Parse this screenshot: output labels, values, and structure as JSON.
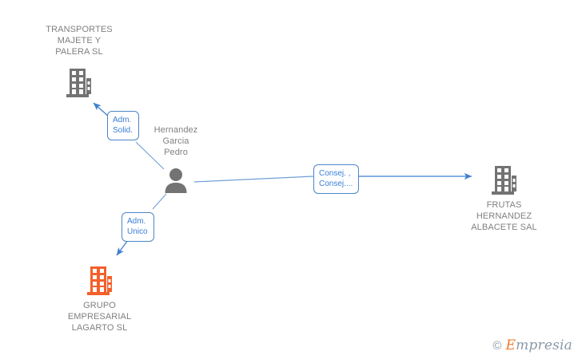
{
  "diagram": {
    "type": "relationship-graph",
    "background": "#ffffff",
    "colors": {
      "node_text": "#808080",
      "edge": "#4a86c8",
      "chip_border": "#4a86c8",
      "chip_text": "#3b7dd8",
      "company_gray": "#737373",
      "company_orange": "#f4602c",
      "person_gray": "#737373"
    },
    "nodes": [
      {
        "id": "transportes",
        "kind": "company",
        "icon": "building-icon",
        "icon_color": "#737373",
        "label": "TRANSPORTES\nMAJETE Y\nPALERA SL",
        "label_position": "above"
      },
      {
        "id": "persona",
        "kind": "person",
        "icon": "person-icon",
        "icon_color": "#737373",
        "label": "Hernandez\nGarcia\nPedro",
        "label_position": "above-right"
      },
      {
        "id": "frutas",
        "kind": "company",
        "icon": "building-icon",
        "icon_color": "#737373",
        "label": "FRUTAS\nHERNANDEZ\nALBACETE SAL",
        "label_position": "below"
      },
      {
        "id": "lagarto",
        "kind": "company",
        "icon": "building-icon",
        "icon_color": "#f4602c",
        "label": "GRUPO\nEMPRESARIAL\nLAGARTO  SL",
        "label_position": "below"
      }
    ],
    "edges": [
      {
        "id": "edge-adm-solid",
        "from": "persona",
        "to": "transportes",
        "chip_label": "Adm.\nSolid.",
        "arrow": "to"
      },
      {
        "id": "edge-consej",
        "from": "persona",
        "to": "frutas",
        "chip_label": "Consej. ,\nConsej....",
        "arrow": "to"
      },
      {
        "id": "edge-adm-unico",
        "from": "persona",
        "to": "lagarto",
        "chip_label": "Adm.\nUnico",
        "arrow": "to"
      }
    ]
  },
  "watermark": {
    "copyright": "©",
    "brand_initial": "E",
    "brand_rest": "mpresia"
  }
}
